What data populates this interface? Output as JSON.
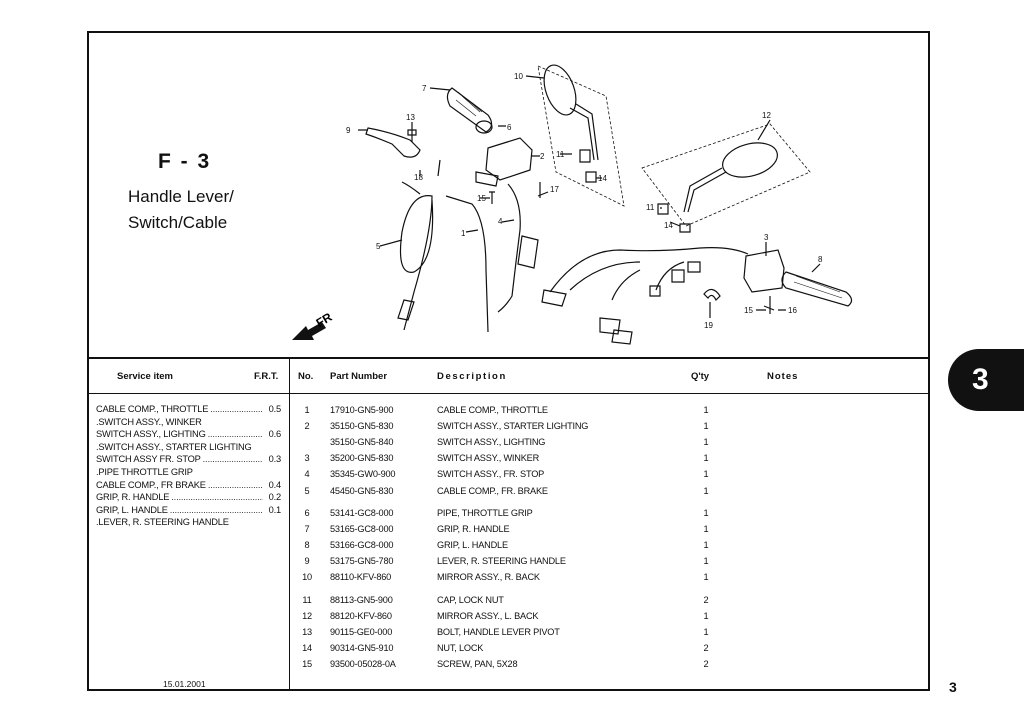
{
  "header": {
    "code": "F - 3",
    "name_lines": [
      "Handle Lever/",
      "Switch/Cable"
    ]
  },
  "illustration": {
    "callouts": [
      "1",
      "2",
      "3",
      "4",
      "5",
      "6",
      "7",
      "8",
      "9",
      "10",
      "11",
      "12",
      "13",
      "14",
      "15",
      "16",
      "17",
      "18",
      "19"
    ],
    "fr_label": "FR"
  },
  "columns": {
    "service_item": "Service item",
    "frt": "F.R.T.",
    "no": "No.",
    "part_number": "Part Number",
    "description": "Description",
    "qty": "Q'ty",
    "notes": "Notes"
  },
  "service_items": [
    {
      "label": "CABLE COMP., THROTTLE",
      "frt": "0.5"
    },
    {
      "label": ".SWITCH ASSY., WINKER",
      "frt": ""
    },
    {
      "label": "SWITCH ASSY., LIGHTING",
      "frt": "0.6"
    },
    {
      "label": ".SWITCH ASSY., STARTER LIGHTING",
      "frt": ""
    },
    {
      "label": "SWITCH ASSY FR. STOP",
      "frt": "0.3"
    },
    {
      "label": ".PIPE THROTTLE GRIP",
      "frt": ""
    },
    {
      "label": "CABLE COMP., FR BRAKE",
      "frt": "0.4"
    },
    {
      "label": "GRIP, R. HANDLE",
      "frt": "0.2"
    },
    {
      "label": "GRIP, L. HANDLE",
      "frt": "0.1"
    },
    {
      "label": ".LEVER, R. STEERING HANDLE",
      "frt": ""
    }
  ],
  "date": "15.01.2001",
  "parts": [
    {
      "no": "1",
      "pn": "17910-GN5-900",
      "desc": "CABLE COMP., THROTTLE",
      "qty": "1"
    },
    {
      "no": "2",
      "pn": "35150-GN5-830",
      "desc": "SWITCH ASSY., STARTER LIGHTING",
      "qty": "1"
    },
    {
      "no": "",
      "pn": "35150-GN5-840",
      "desc": "SWITCH ASSY., LIGHTING",
      "qty": "1"
    },
    {
      "no": "3",
      "pn": "35200-GN5-830",
      "desc": "SWITCH ASSY., WINKER",
      "qty": "1"
    },
    {
      "no": "4",
      "pn": "35345-GW0-900",
      "desc": "SWITCH ASSY., FR. STOP",
      "qty": "1"
    },
    {
      "no": "5",
      "pn": "45450-GN5-830",
      "desc": "CABLE COMP., FR. BRAKE",
      "qty": "1"
    },
    {
      "no": "6",
      "pn": "53141-GC8-000",
      "desc": "PIPE, THROTTLE GRIP",
      "qty": "1"
    },
    {
      "no": "7",
      "pn": "53165-GC8-000",
      "desc": "GRIP, R. HANDLE",
      "qty": "1"
    },
    {
      "no": "8",
      "pn": "53166-GC8-000",
      "desc": "GRIP, L. HANDLE",
      "qty": "1"
    },
    {
      "no": "9",
      "pn": "53175-GN5-780",
      "desc": "LEVER, R. STEERING HANDLE",
      "qty": "1"
    },
    {
      "no": "10",
      "pn": "88110-KFV-860",
      "desc": "MIRROR ASSY., R. BACK",
      "qty": "1"
    },
    {
      "no": "11",
      "pn": "88113-GN5-900",
      "desc": "CAP, LOCK NUT",
      "qty": "2"
    },
    {
      "no": "12",
      "pn": "88120-KFV-860",
      "desc": "MIRROR ASSY., L. BACK",
      "qty": "1"
    },
    {
      "no": "13",
      "pn": "90115-GE0-000",
      "desc": "BOLT, HANDLE LEVER PIVOT",
      "qty": "1"
    },
    {
      "no": "14",
      "pn": "90314-GN5-910",
      "desc": "NUT, LOCK",
      "qty": "2"
    },
    {
      "no": "15",
      "pn": "93500-05028-0A",
      "desc": "SCREW, PAN, 5X28",
      "qty": "2"
    }
  ],
  "section_tab": "3",
  "page_number": "3"
}
